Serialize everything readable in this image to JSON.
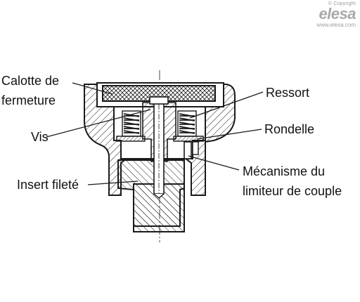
{
  "watermark": {
    "copyright": "© Copyright",
    "logo": "elesa",
    "url": "www.elesa.com"
  },
  "labels": {
    "calotte_line1": "Calotte de",
    "calotte_line2": "fermeture",
    "vis": "Vis",
    "insert": "Insert fileté",
    "ressort": "Ressort",
    "rondelle": "Rondelle",
    "mecanisme_line1": "Mécanisme du",
    "mecanisme_line2": "limiteur de couple"
  },
  "colors": {
    "line": "#1a1a1a",
    "hatch": "#1a1a1a",
    "background": "#ffffff",
    "watermark": "#a8a8a8"
  }
}
